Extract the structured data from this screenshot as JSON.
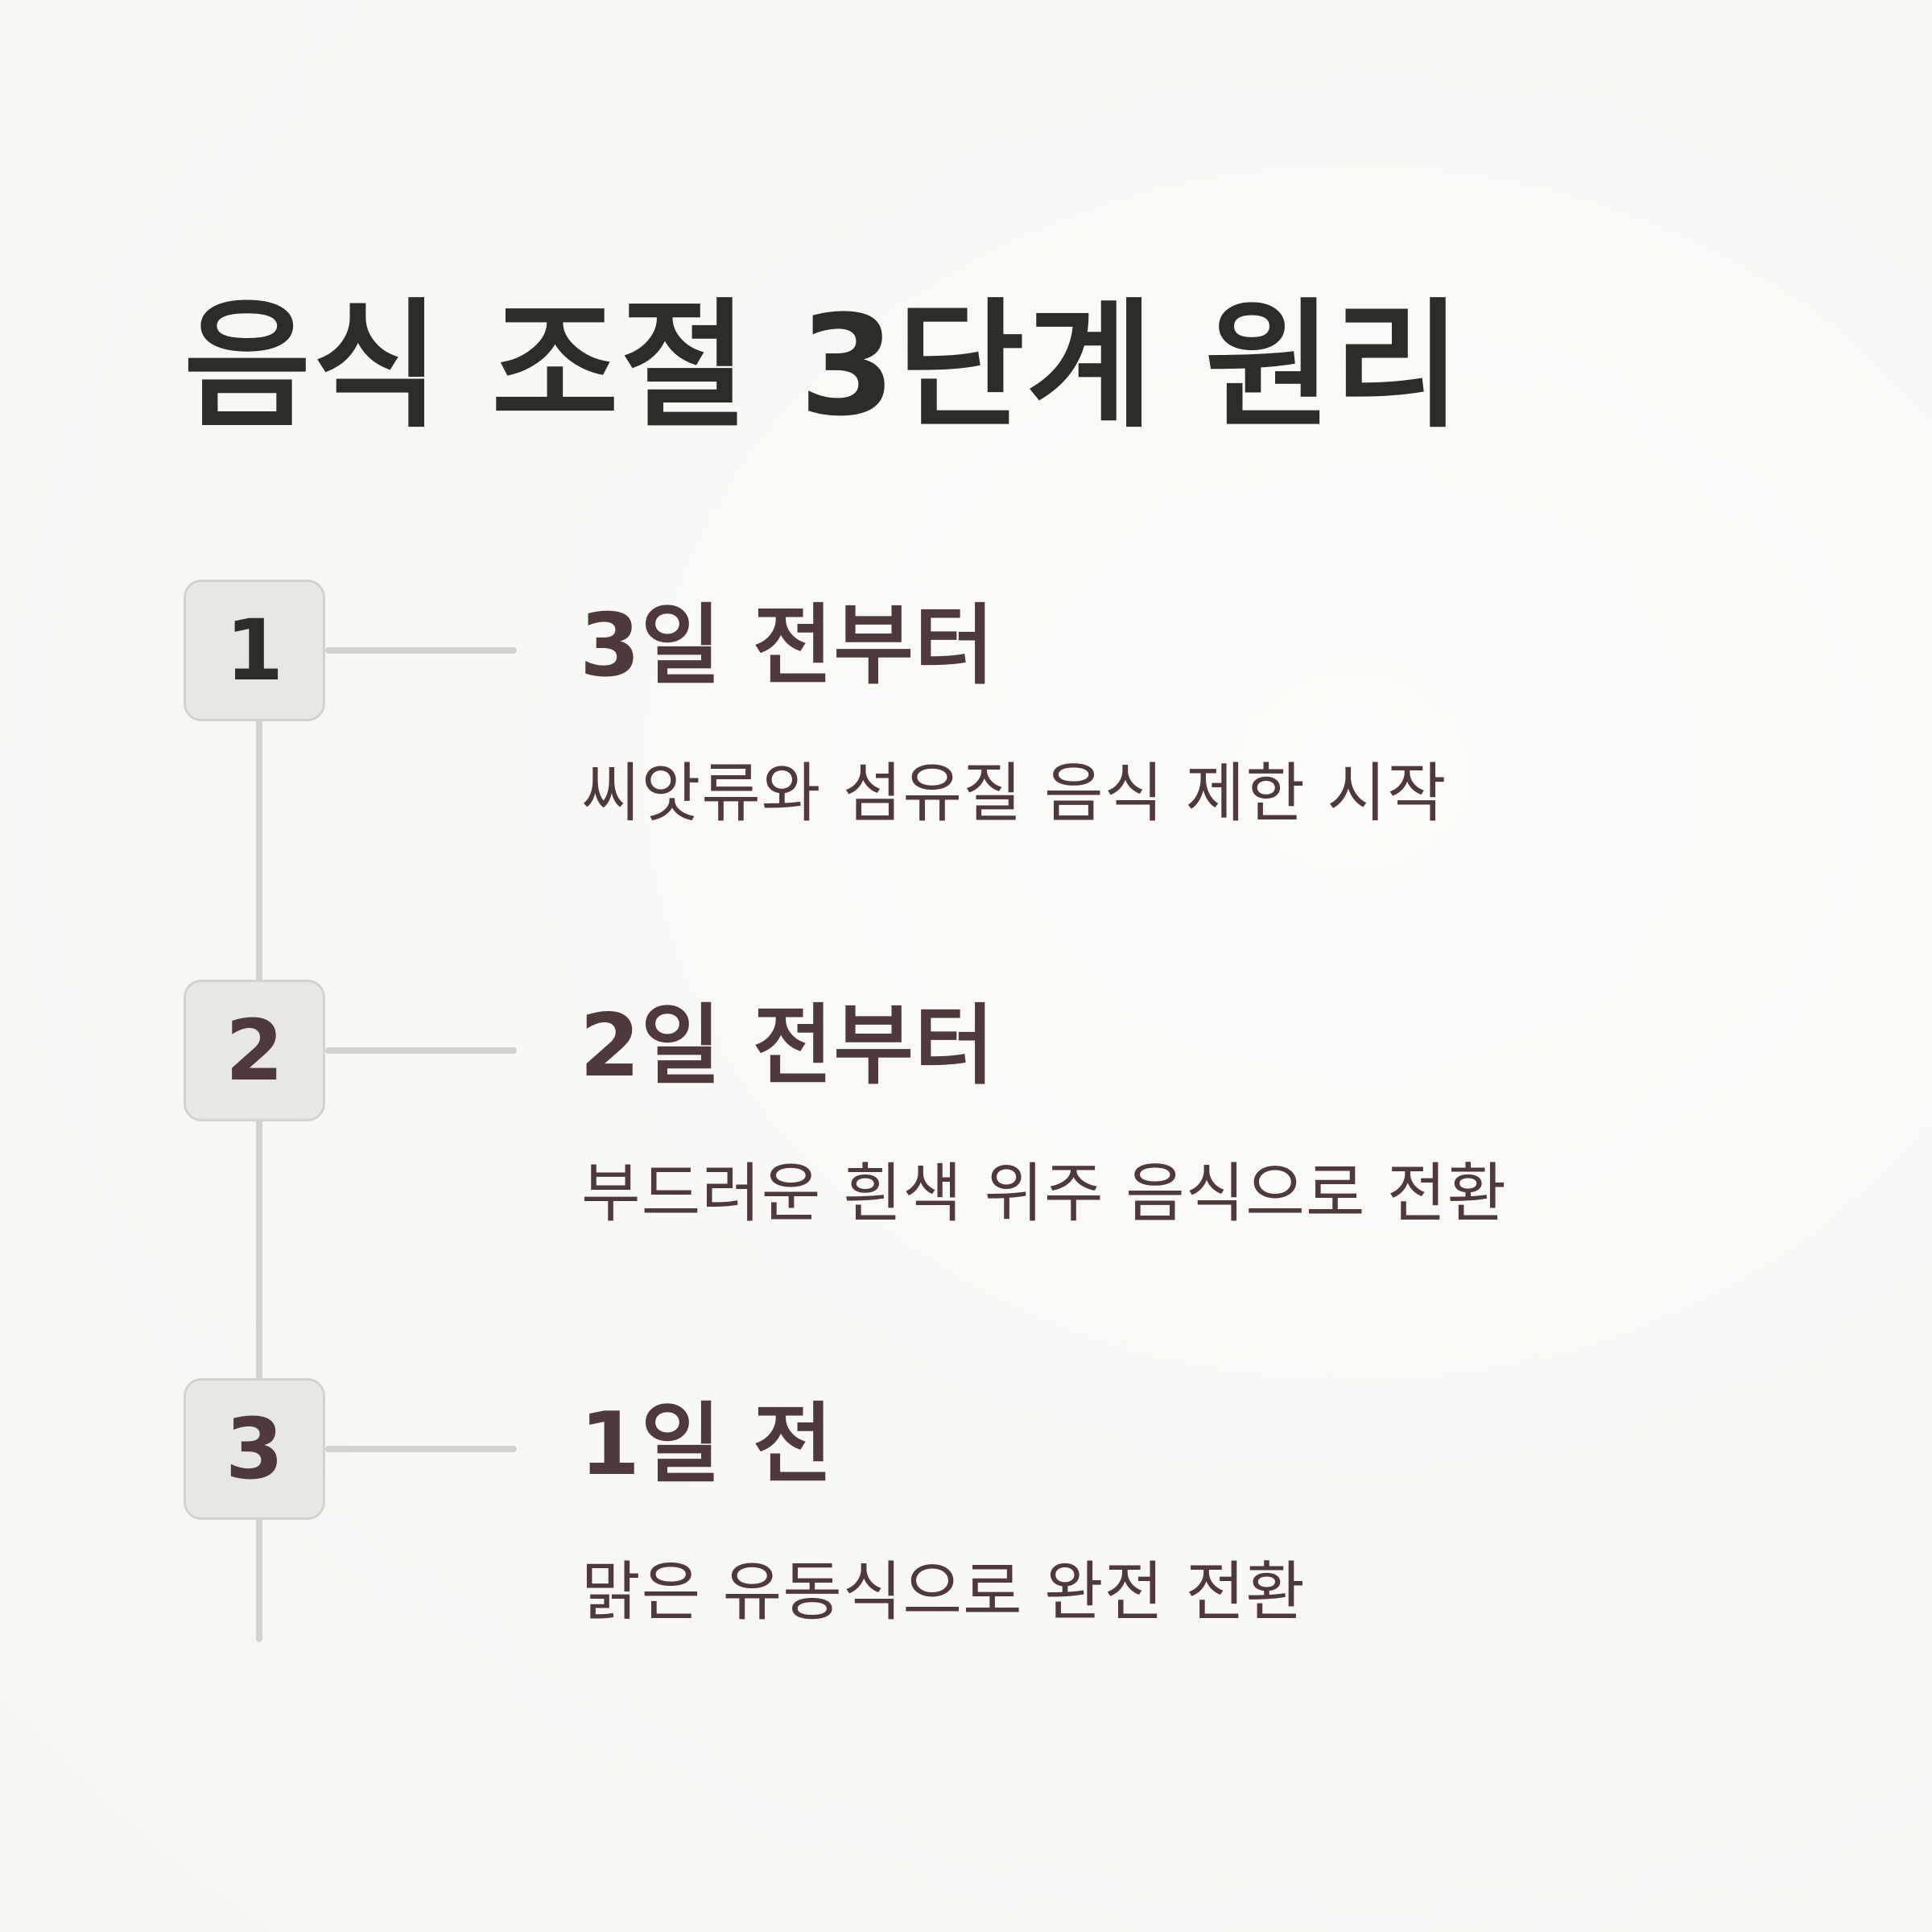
{
  "title": "음식 조절 3단계 원리",
  "colors": {
    "background": "#f8f8f5",
    "title_text": "#2c2c28",
    "step_text": "#4f3a3b",
    "box_fill": "#e8e8e3",
    "line": "#d3d3ce"
  },
  "steps": [
    {
      "number": "1",
      "number_color": "#2c2c28",
      "heading": "3일 전부터",
      "description": "씨앗류와 섬유질 음식 제한 시작"
    },
    {
      "number": "2",
      "number_color": "#4f3a3b",
      "heading": "2일 전부터",
      "description": "부드러운 흰색 위주 음식으로 전환"
    },
    {
      "number": "3",
      "number_color": "#4f3a3b",
      "heading": "1일 전",
      "description": "맑은 유동식으로 완전 전환"
    }
  ]
}
